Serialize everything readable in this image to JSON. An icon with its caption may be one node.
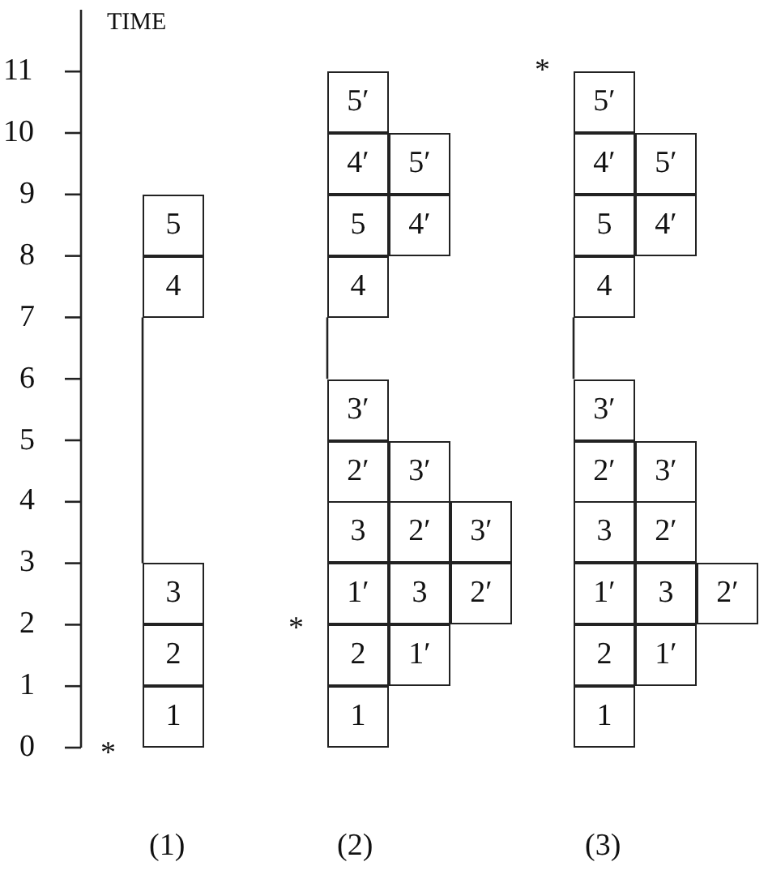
{
  "diagram": {
    "nodes": [
      {
        "text": [
          "5"
        ]
      },
      {
        "text": [
          "4"
        ]
      },
      {
        "text": [
          "3"
        ]
      },
      {
        "text": [
          "2"
        ]
      },
      {
        "text": [
          "1"
        ]
      },
      {
        "text": [
          "5′"
        ]
      },
      {
        "text": [
          "4′"
        ]
      },
      {
        "text": [
          "5′"
        ]
      },
      {
        "text": [
          "5"
        ]
      },
      {
        "text": [
          "4′"
        ]
      },
      {
        "text": [
          "4"
        ]
      },
      {
        "text": [
          "3′"
        ]
      },
      {
        "text": [
          "2′"
        ]
      },
      {
        "text": [
          "3′"
        ]
      },
      {
        "text": [
          "3"
        ]
      },
      {
        "text": [
          "2′"
        ]
      },
      {
        "text": [
          "3′"
        ]
      },
      {
        "text": [
          "1′"
        ]
      },
      {
        "text": [
          "3"
        ]
      },
      {
        "text": [
          "2′"
        ]
      },
      {
        "text": [
          "2"
        ]
      },
      {
        "text": [
          "1′"
        ]
      },
      {
        "text": [
          "1"
        ]
      },
      {
        "text": [
          "5′"
        ]
      },
      {
        "text": [
          "4′"
        ]
      },
      {
        "text": [
          "5′"
        ]
      },
      {
        "text": [
          "5"
        ]
      },
      {
        "text": [
          "4′"
        ]
      },
      {
        "text": [
          "4"
        ]
      },
      {
        "text": [
          "3′"
        ]
      },
      {
        "text": [
          "2′"
        ]
      },
      {
        "text": [
          "3′"
        ]
      },
      {
        "text": [
          "3"
        ]
      },
      {
        "text": [
          "2′"
        ]
      },
      {
        "text": [
          "1′"
        ]
      },
      {
        "text": [
          "3"
        ]
      },
      {
        "text": [
          "2′"
        ]
      },
      {
        "text": [
          "2"
        ]
      },
      {
        "text": [
          "1′"
        ]
      },
      {
        "text": [
          "1"
        ]
      }
    ],
    "edges": [
      {
        "from": 1,
        "to": 2,
        "arrow": "none"
      },
      {
        "from": 10,
        "to": 11,
        "arrow": "none"
      },
      {
        "from": 28,
        "to": 29,
        "arrow": "none"
      }
    ],
    "labels": [
      "TIME",
      "11",
      "10",
      "9",
      "8",
      "7",
      "6",
      "5",
      "4",
      "3",
      "2",
      "1",
      "0",
      "*",
      "*",
      "*",
      "(1)",
      "(2)",
      "(3)"
    ]
  }
}
